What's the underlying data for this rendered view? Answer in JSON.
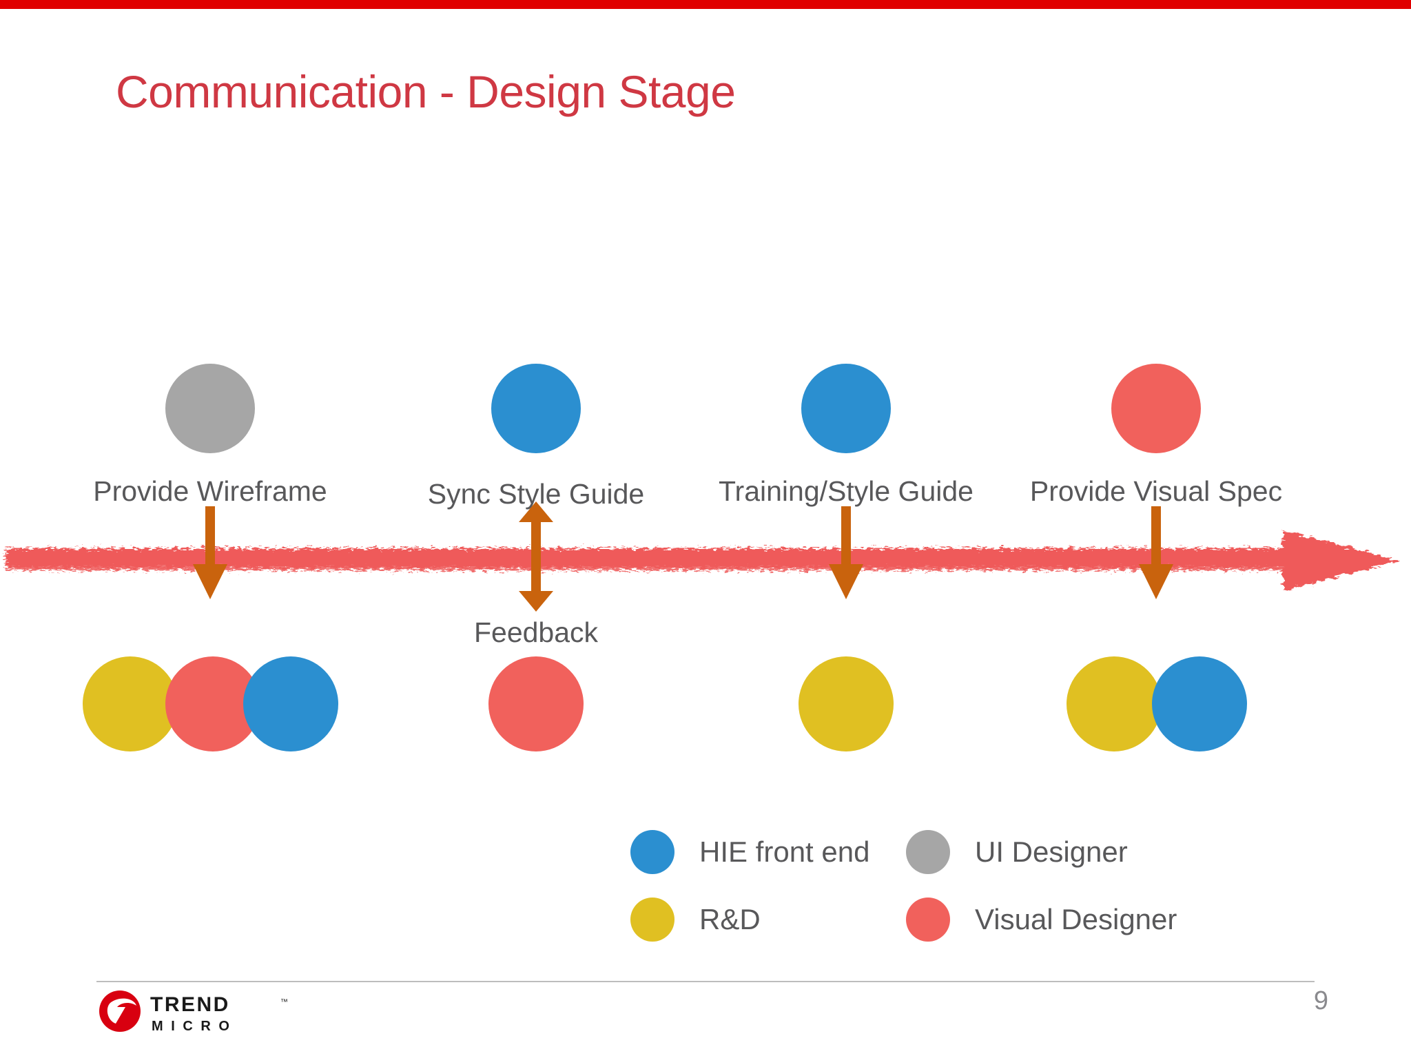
{
  "slide": {
    "title": "Communication - Design Stage",
    "page_number": "9",
    "accent_bar_color": "#e00000",
    "title_color": "#cf3843",
    "background_color": "#ffffff"
  },
  "palette": {
    "blue": "#2b8fd0",
    "yellow": "#e0c022",
    "red": "#f1615c",
    "gray": "#a6a6a6",
    "arrow_brown": "#c9630d",
    "timeline_red": "#ef5a5a",
    "label_gray": "#58585a"
  },
  "timeline": {
    "direction_icon": "right-arrow-icon",
    "color": "#ef5a5a",
    "style": "rough-brush-stroke"
  },
  "stages": [
    {
      "id": "provide-wireframe",
      "label": "Provide Wireframe",
      "top_actor_color": "gray",
      "top_actor_role": "UI Designer",
      "arrow": "down",
      "bottom_actors": [
        "yellow",
        "red",
        "blue"
      ]
    },
    {
      "id": "sync-style-guide",
      "label": "Sync Style Guide",
      "top_actor_color": "blue",
      "top_actor_role": "HIE front end",
      "arrow": "up-down",
      "arrow_label": "Feedback",
      "bottom_actors": [
        "red"
      ]
    },
    {
      "id": "training-style-guide",
      "label": "Training/Style Guide",
      "top_actor_color": "blue",
      "top_actor_role": "HIE front end",
      "arrow": "down",
      "bottom_actors": [
        "yellow"
      ]
    },
    {
      "id": "provide-visual-spec",
      "label": "Provide Visual Spec",
      "top_actor_color": "red",
      "top_actor_role": "Visual Designer",
      "arrow": "down",
      "bottom_actors": [
        "yellow",
        "blue"
      ]
    }
  ],
  "feedback": {
    "label": "Feedback"
  },
  "legend": {
    "items": [
      {
        "label": "HIE front end",
        "color_name": "blue",
        "color": "#2b8fd0"
      },
      {
        "label": "R&D",
        "color_name": "yellow",
        "color": "#e0c022"
      },
      {
        "label": "UI Designer",
        "color_name": "gray",
        "color": "#a6a6a6"
      },
      {
        "label": "Visual Designer",
        "color_name": "red",
        "color": "#f1615c"
      }
    ]
  },
  "footer": {
    "logo_line1": "TREND",
    "logo_line2": "M I C R O",
    "logo_trademark": "™",
    "logo_color": "#d80010"
  }
}
